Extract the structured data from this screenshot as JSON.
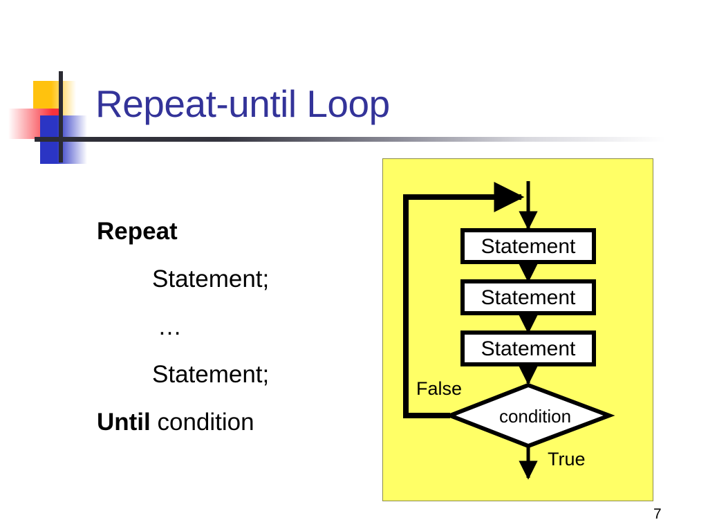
{
  "slide": {
    "title": "Repeat-until Loop",
    "page_number": "7",
    "title_color": "#333399",
    "panel_color": "#FFFF66"
  },
  "body": {
    "lines": [
      {
        "text": "Repeat",
        "style": "bold",
        "indent": "none"
      },
      {
        "text": "Statement;",
        "style": "normal",
        "indent": "tab"
      },
      {
        "text": "…",
        "style": "normal",
        "indent": "tab-dots"
      },
      {
        "text": "Statement;",
        "style": "normal",
        "indent": "tab"
      }
    ],
    "last_line": {
      "bold_part": "Until",
      "rest": " condition"
    }
  },
  "flowchart": {
    "type": "flowchart",
    "nodes": [
      {
        "id": "stmt1",
        "shape": "process",
        "label": "Statement"
      },
      {
        "id": "stmt2",
        "shape": "process",
        "label": "Statement"
      },
      {
        "id": "stmt3",
        "shape": "process",
        "label": "Statement"
      },
      {
        "id": "cond",
        "shape": "decision",
        "label": "condition"
      }
    ],
    "edge_labels": {
      "false": "False",
      "true": "True"
    },
    "description": "Entry arrow enters top, loop-back arrow from condition False branch re-enters above first Statement; True branch exits at bottom."
  },
  "decoration": {
    "yellow": "#FFC20E",
    "red": "#F8323C",
    "blue": "#2B35C4",
    "bar": "#2B2B33"
  }
}
